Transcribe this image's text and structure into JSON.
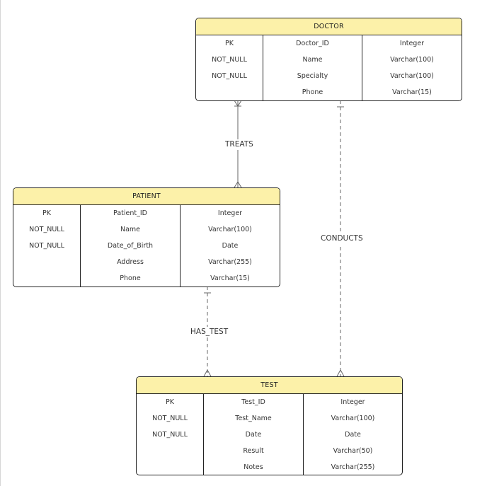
{
  "entities": {
    "doctor": {
      "title": "DOCTOR",
      "rows": [
        {
          "key": "PK",
          "field": "Doctor_ID",
          "type": "Integer"
        },
        {
          "key": "NOT_NULL",
          "field": "Name",
          "type": "Varchar(100)"
        },
        {
          "key": "NOT_NULL",
          "field": "Specialty",
          "type": "Varchar(100)"
        },
        {
          "key": "",
          "field": "Phone",
          "type": "Varchar(15)"
        }
      ]
    },
    "patient": {
      "title": "PATIENT",
      "rows": [
        {
          "key": "PK",
          "field": "Patient_ID",
          "type": "Integer"
        },
        {
          "key": "NOT_NULL",
          "field": "Name",
          "type": "Varchar(100)"
        },
        {
          "key": "NOT_NULL",
          "field": "Date_of_Birth",
          "type": "Date"
        },
        {
          "key": "",
          "field": "Address",
          "type": "Varchar(255)"
        },
        {
          "key": "",
          "field": "Phone",
          "type": "Varchar(15)"
        }
      ]
    },
    "test": {
      "title": "TEST",
      "rows": [
        {
          "key": "PK",
          "field": "Test_ID",
          "type": "Integer"
        },
        {
          "key": "NOT_NULL",
          "field": "Test_Name",
          "type": "Varchar(100)"
        },
        {
          "key": "NOT_NULL",
          "field": "Date",
          "type": "Date"
        },
        {
          "key": "",
          "field": "Result",
          "type": "Varchar(50)"
        },
        {
          "key": "",
          "field": "Notes",
          "type": "Varchar(255)"
        }
      ]
    }
  },
  "relationships": {
    "treats": {
      "label": "TREATS",
      "from": "DOCTOR",
      "to": "PATIENT",
      "line": "solid",
      "from_end": "crow",
      "to_end": "crow"
    },
    "conducts": {
      "label": "CONDUCTS",
      "from": "DOCTOR",
      "to": "TEST",
      "line": "dashed",
      "from_end": "one",
      "to_end": "crow"
    },
    "has_test": {
      "label": "HAS_TEST",
      "from": "PATIENT",
      "to": "TEST",
      "line": "dashed",
      "from_end": "one",
      "to_end": "crow"
    }
  },
  "colors": {
    "header_fill": "#fcf1a9",
    "border": "#222222",
    "connector": "#666666",
    "text": "#333333"
  }
}
